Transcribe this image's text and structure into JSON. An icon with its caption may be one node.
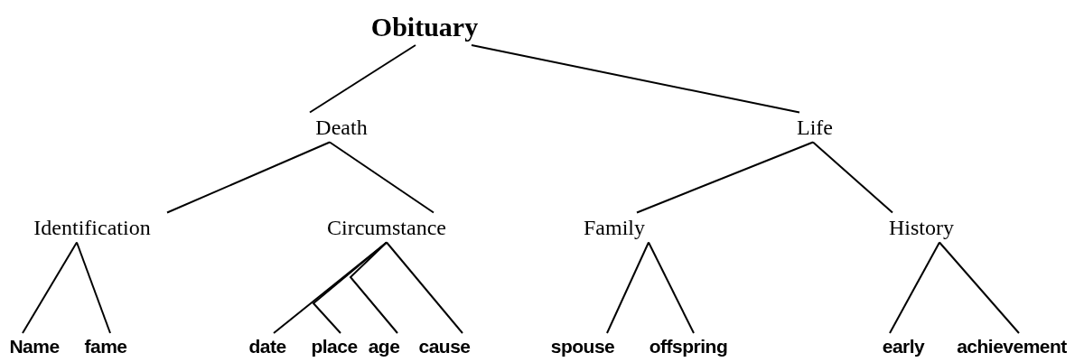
{
  "diagram": {
    "nodes": [
      {
        "text": [
          "Obituary"
        ]
      },
      {
        "text": [
          "Death"
        ]
      },
      {
        "text": [
          "Life"
        ]
      },
      {
        "text": [
          "Identification"
        ]
      },
      {
        "text": [
          "Circumstance"
        ]
      },
      {
        "text": [
          "Family"
        ]
      },
      {
        "text": [
          "History"
        ]
      },
      {
        "text": [
          "Name"
        ]
      },
      {
        "text": [
          "fame"
        ]
      },
      {
        "text": [
          "date"
        ]
      },
      {
        "text": [
          "place"
        ]
      },
      {
        "text": [
          "age"
        ]
      },
      {
        "text": [
          "cause"
        ]
      },
      {
        "text": [
          "spouse"
        ]
      },
      {
        "text": [
          "offspring"
        ]
      },
      {
        "text": [
          "early"
        ]
      },
      {
        "text": [
          "achievement"
        ]
      }
    ],
    "edges": [
      {
        "from": 0,
        "to": 1,
        "arrow": "none"
      },
      {
        "from": 0,
        "to": 2,
        "arrow": "none"
      },
      {
        "from": 1,
        "to": 3,
        "arrow": "none"
      },
      {
        "from": 1,
        "to": 4,
        "arrow": "none"
      },
      {
        "from": 2,
        "to": 5,
        "arrow": "none"
      },
      {
        "from": 2,
        "to": 6,
        "arrow": "none"
      },
      {
        "from": 3,
        "to": 7,
        "arrow": "none"
      },
      {
        "from": 3,
        "to": 8,
        "arrow": "none"
      },
      {
        "from": 4,
        "to": 9,
        "arrow": "none"
      },
      {
        "from": 4,
        "to": 10,
        "arrow": "none"
      },
      {
        "from": 4,
        "to": 11,
        "arrow": "none"
      },
      {
        "from": 4,
        "to": 12,
        "arrow": "none"
      },
      {
        "from": 5,
        "to": 13,
        "arrow": "none"
      },
      {
        "from": 5,
        "to": 14,
        "arrow": "none"
      },
      {
        "from": 6,
        "to": 15,
        "arrow": "none"
      },
      {
        "from": 6,
        "to": 16,
        "arrow": "none"
      }
    ]
  }
}
